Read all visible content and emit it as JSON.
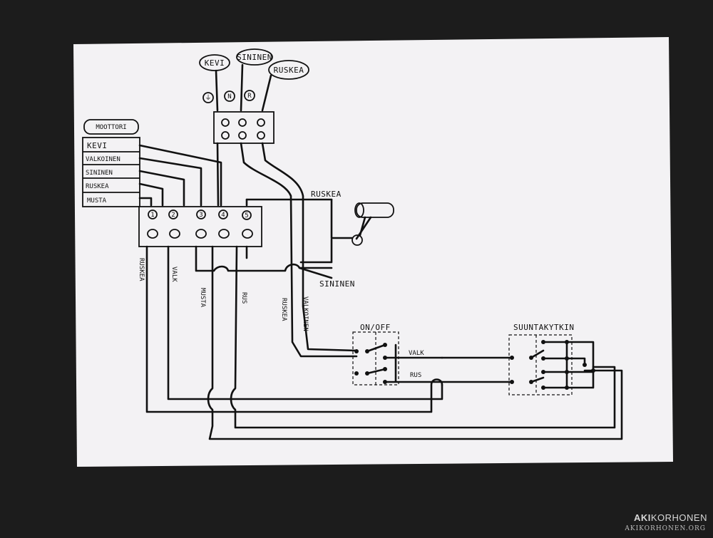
{
  "top_terminal": {
    "wire_labels": [
      "KEVI",
      "SININEN",
      "RUSKEA"
    ],
    "terminal_marks": [
      "⏚",
      "N",
      "R"
    ]
  },
  "motor_table": {
    "title": "MOOTTORI",
    "rows": [
      "KEVI",
      "VALKOINEN",
      "SININEN",
      "RUSKEA",
      "MUSTA"
    ]
  },
  "motor_terminal": {
    "numbers": [
      "1",
      "2",
      "3",
      "4",
      "5"
    ]
  },
  "wire_labels": {
    "ruskea_top": "RUSKEA",
    "sininen": "SININEN",
    "ruskea_v": "RUSKEA",
    "valk_v": "VALK",
    "musta_v": "MUSTA",
    "rus_v": "RUS",
    "ruskea_v2": "RUSKEA",
    "valkoinen_v": "VALKOINEN",
    "valk_h": "VALK",
    "rus_h": "RUS"
  },
  "switches": {
    "on_off": "ON/OFF",
    "direction": "SUUNTAKYTKIN"
  },
  "watermark": {
    "brand_bold": "AKI",
    "brand_rest": "KORHONEN",
    "url": "AKIKORHONEN.ORG"
  }
}
